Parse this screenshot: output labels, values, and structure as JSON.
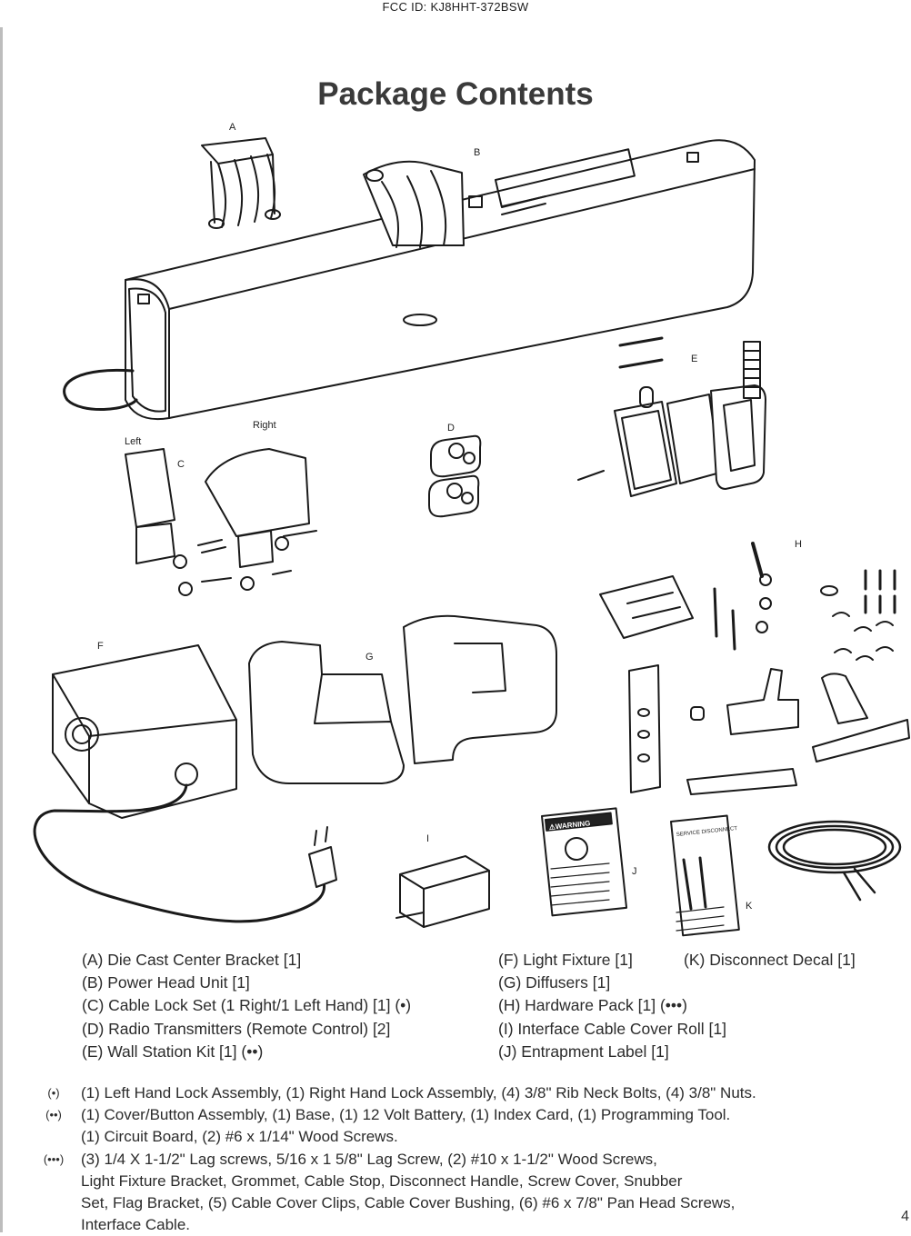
{
  "header": {
    "fcc_id": "FCC ID:  KJ8HHT-372BSW"
  },
  "title": "Package Contents",
  "figure_labels": {
    "a": "A",
    "b": "B",
    "c": "C",
    "d": "D",
    "e": "E",
    "f": "F",
    "g": "G",
    "h": "H",
    "i": "I",
    "j": "J",
    "k": "K",
    "left": "Left",
    "right": "Right",
    "warning": "⚠WARNING",
    "decal": "SERVICE DISCONNECT"
  },
  "contents": {
    "left": [
      "(A) Die Cast Center Bracket [1]",
      "(B) Power Head Unit [1]",
      "(C) Cable Lock Set (1 Right/1 Left Hand) [1] (•)",
      "(D) Radio Transmitters (Remote Control) [2]",
      "(E) Wall Station Kit [1] (••)"
    ],
    "middle": [
      "(F) Light Fixture [1]",
      "(G) Diffusers [1]",
      "(H) Hardware Pack [1] (•••)",
      "(I) Interface Cable Cover Roll [1]",
      "(J) Entrapment Label [1]"
    ],
    "right": [
      "(K) Disconnect Decal [1]"
    ]
  },
  "notes": [
    {
      "mark": "(•)",
      "lines": [
        "(1) Left Hand Lock Assembly, (1) Right Hand Lock Assembly, (4) 3/8\" Rib Neck Bolts, (4) 3/8\" Nuts."
      ]
    },
    {
      "mark": "(••)",
      "lines": [
        "(1) Cover/Button Assembly, (1) Base, (1) 12 Volt Battery, (1) Index Card, (1) Programming Tool.",
        "(1) Circuit Board, (2) #6 x 1/14\" Wood Screws."
      ]
    },
    {
      "mark": "(•••)",
      "lines": [
        "(3) 1/4 X 1-1/2\" Lag screws, 5/16 x 1 5/8\" Lag Screw, (2) #10 x 1-1/2\" Wood Screws,",
        "Light Fixture Bracket, Grommet, Cable Stop,  Disconnect Handle, Screw Cover, Snubber",
        "Set, Flag Bracket, (5) Cable Cover Clips, Cable Cover Bushing, (6) #6 x 7/8\" Pan Head Screws,",
        "Interface Cable."
      ]
    }
  ],
  "page_number": "4"
}
